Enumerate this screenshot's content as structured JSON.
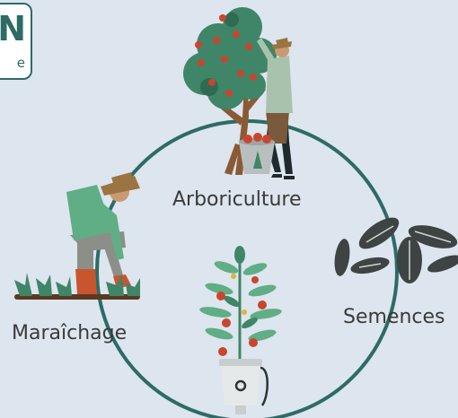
{
  "badge": {
    "big_text": "N",
    "small_text": "e"
  },
  "cycle": {
    "labels": {
      "arboriculture": "Arboriculture",
      "semences": "Semences",
      "maraichage": "Maraîchage"
    }
  },
  "colors": {
    "background": "#dde5ee",
    "ring": "#2d6b66",
    "foliage": "#3f8568",
    "fruit": "#c9452f",
    "seed": "#3e4344",
    "shirt": "#5fae86",
    "pants": "#8c8f88",
    "hat": "#9b7442"
  },
  "icons": [
    "apple-tree-icon",
    "fruit-picker-icon",
    "fruit-basket-icon",
    "sunflower-seeds-icon",
    "gardener-icon",
    "seedlings-icon",
    "tomato-plant-icon",
    "irrigation-pot-icon"
  ]
}
